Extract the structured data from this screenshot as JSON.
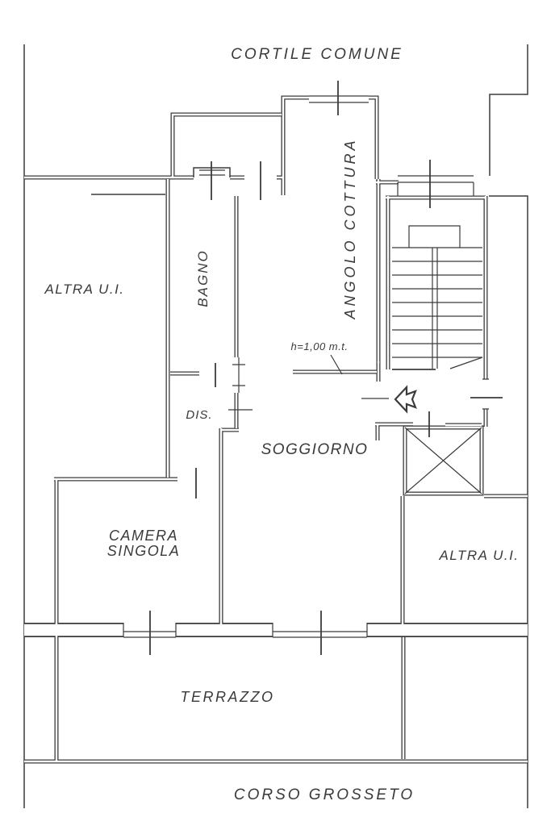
{
  "plan": {
    "surroundings": {
      "courtyard_top": "CORTILE COMUNE",
      "street_bottom": "CORSO GROSSETO"
    },
    "rooms": {
      "altra_ui_left": "ALTRA U.I.",
      "bagno": "BAGNO",
      "angolo_cottura": "ANGOLO COTTURA",
      "dis": "DIS.",
      "soggiorno": "SOGGIORNO",
      "camera_singola": {
        "line1": "CAMERA",
        "line2": "SINGOLA"
      },
      "altra_ui_right": "ALTRA U.I.",
      "terrazzo": "TERRAZZO"
    },
    "annotations": {
      "parapet_height": "h=1,00 m.t."
    },
    "symbols": {
      "entrance_arrow": "entrance-direction-arrow",
      "elevator_cross": "elevator-shaft-x",
      "staircase": "staircase-with-treads"
    },
    "colors": {
      "line": "#3b3b3b",
      "text": "#3a3a3a",
      "background": "#ffffff"
    }
  }
}
